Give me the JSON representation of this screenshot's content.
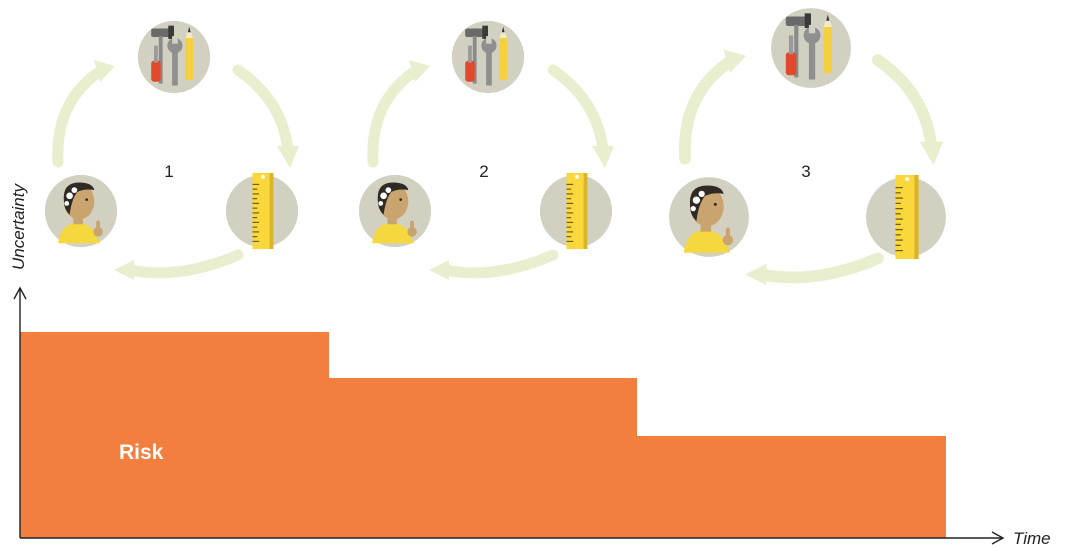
{
  "colors": {
    "risk": "#f27f40",
    "arrow": "#e7efcf",
    "icon_bg": "#d2d0c1",
    "ruler": "#fad83c",
    "skin": "#c9a46e",
    "shirt": "#f5d73e",
    "hair": "#2f2a24",
    "axis": "#222222"
  },
  "axes": {
    "y_label": "Uncertainty",
    "x_label": "Time"
  },
  "risk_label": "Risk",
  "cycles": [
    {
      "number": "1",
      "icons": [
        "tools-icon",
        "ruler-icon",
        "person-thinking-icon"
      ]
    },
    {
      "number": "2",
      "icons": [
        "tools-icon",
        "ruler-icon",
        "person-thinking-icon"
      ]
    },
    {
      "number": "3",
      "icons": [
        "tools-icon",
        "ruler-icon",
        "person-thinking-icon"
      ]
    }
  ],
  "risk_steps": [
    {
      "iteration": "1",
      "level": "high"
    },
    {
      "iteration": "2",
      "level": "medium"
    },
    {
      "iteration": "3",
      "level": "low"
    }
  ]
}
